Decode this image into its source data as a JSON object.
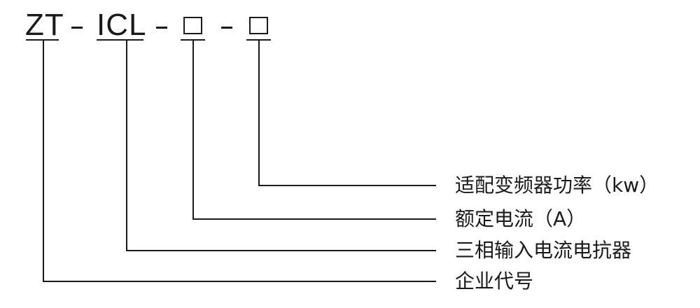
{
  "model_code": {
    "segments": [
      {
        "text": "ZT"
      },
      {
        "text": "ICL"
      },
      {
        "text": ""
      },
      {
        "text": ""
      }
    ],
    "separator": "-"
  },
  "labels": [
    {
      "text": "适配变频器功率（kw）",
      "refers_to": "segment 4"
    },
    {
      "text": "额定电流（A）",
      "refers_to": "segment 3"
    },
    {
      "text": "三相输入电流电抗器",
      "refers_to": "ICL"
    },
    {
      "text": "企业代号",
      "refers_to": "ZT"
    }
  ],
  "colors": {
    "line": "#1a1a1a",
    "background": "#ffffff"
  }
}
